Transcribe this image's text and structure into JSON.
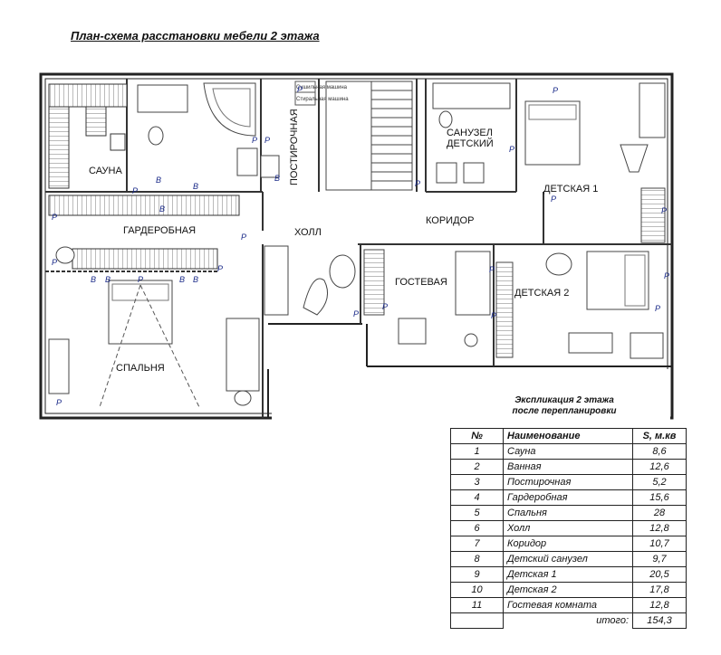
{
  "title": "План-схема расстановки мебели 2 этажа",
  "rooms": {
    "sauna": "САУНА",
    "laundry": "ПОСТИРОЧНАЯ",
    "kids_bath_1": "САНУЗЕЛ",
    "kids_bath_2": "ДЕТСКИЙ",
    "kids1": "ДЕТСКАЯ 1",
    "wardrobe": "ГАРДЕРОБНАЯ",
    "hall": "ХОЛЛ",
    "corridor": "КОРИДОР",
    "guest": "ГОСТЕВАЯ",
    "kids2": "ДЕТСКАЯ 2",
    "bedroom": "СПАЛЬНЯ"
  },
  "shelf_labels": [
    "Сушильная машина",
    "Стиральная машина"
  ],
  "marks": {
    "p": "P",
    "b": "B"
  },
  "explication": {
    "title1": "Экспликация 2 этажа",
    "title2": "после перепланировки",
    "headers": [
      "№",
      "Наименование",
      "S, м.кв"
    ],
    "rows": [
      [
        "1",
        "Сауна",
        "8,6"
      ],
      [
        "2",
        "Ванная",
        "12,6"
      ],
      [
        "3",
        "Постирочная",
        "5,2"
      ],
      [
        "4",
        "Гардеробная",
        "15,6"
      ],
      [
        "5",
        "Спальня",
        "28"
      ],
      [
        "6",
        "Холл",
        "12,8"
      ],
      [
        "7",
        "Коридор",
        "10,7"
      ],
      [
        "8",
        "Детский санузел",
        "9,7"
      ],
      [
        "9",
        "Детская 1",
        "20,5"
      ],
      [
        "10",
        "Детская 2",
        "17,8"
      ],
      [
        "11",
        "Гостевая комната",
        "12,8"
      ]
    ],
    "total_label": "итого:",
    "total_value": "154,3"
  }
}
